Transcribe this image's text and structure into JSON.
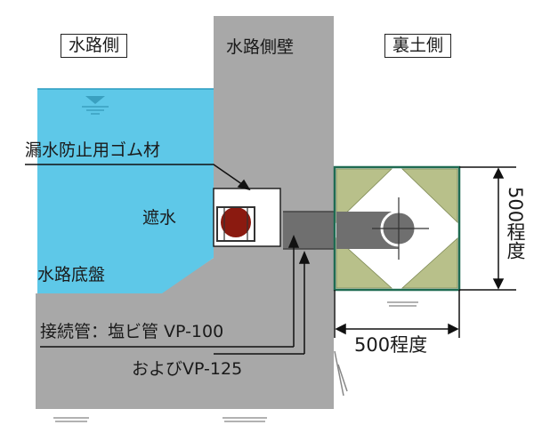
{
  "labels": {
    "channel_side": "水路側",
    "channel_wall": "水路側壁",
    "backfill_side": "裏土側",
    "rubber": "漏水防止用ゴム材",
    "water_stop": "遮水",
    "channel_floor": "水路底盤",
    "pipe_line1": "接続管：塩ビ管 VP-100",
    "pipe_line2": "およびVP-125",
    "dim_width": "500程度",
    "dim_height": "500程度"
  },
  "colors": {
    "water": "#5ec8e8",
    "concrete": "#a3a3a3",
    "pipe": "#6f6f6f",
    "rubber": "#8b1a10",
    "gravel": "#b8c08a",
    "frame": "#1f6b52"
  }
}
